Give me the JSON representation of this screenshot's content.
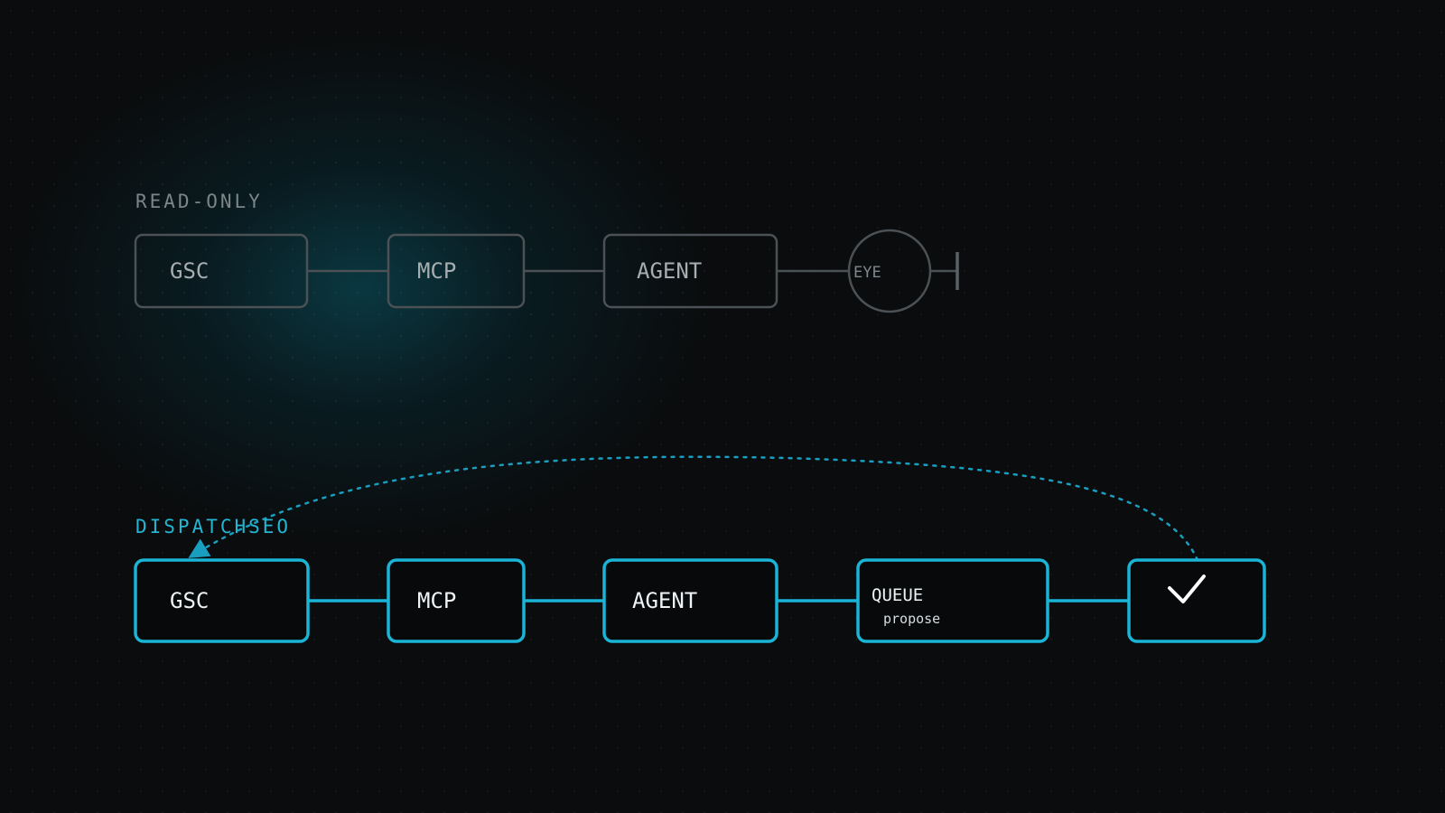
{
  "read_only": {
    "label": "READ-ONLY",
    "nodes": [
      "GSC",
      "MCP",
      "AGENT"
    ],
    "end": "EYE"
  },
  "dispatchseo": {
    "label": "DISPATCHSEO",
    "nodes": [
      "GSC",
      "MCP",
      "AGENT"
    ],
    "queue": {
      "label": "QUEUE",
      "sub": "propose"
    }
  },
  "colors": {
    "accent": "#1ab4d6",
    "muted": "#4b5154",
    "background": "#0a0c0d"
  },
  "icons": [
    "check-icon",
    "stop-bar-icon",
    "loop-arrow-icon"
  ]
}
